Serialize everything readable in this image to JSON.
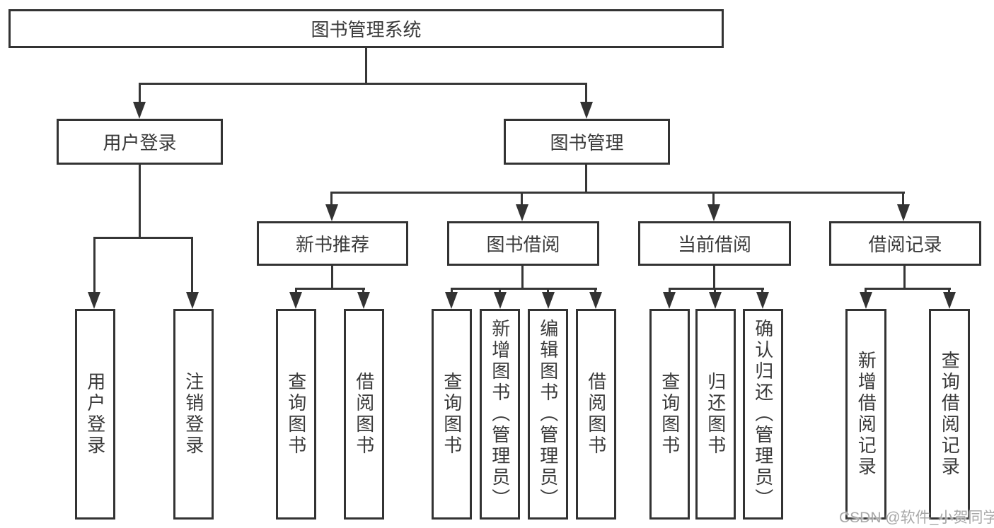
{
  "colors": {
    "line": "#333333",
    "box_border": "#333333",
    "text": "#3a3a3a",
    "background": "#ffffff",
    "watermark_text": "#a8a8a8"
  },
  "watermark": "CSDN @软件_小贺同学",
  "diagram": {
    "root": {
      "label": "图书管理系统"
    },
    "user_login": {
      "label": "用户登录",
      "children": {
        "login": {
          "label": "用户登录"
        },
        "logout": {
          "label": "注销登录"
        }
      }
    },
    "book_mgmt": {
      "label": "图书管理",
      "children": {
        "new_book_rec": {
          "label": "新书推荐",
          "children": {
            "query_books": {
              "label": "查询图书"
            },
            "borrow_books": {
              "label": "借阅图书"
            }
          }
        },
        "book_borrow": {
          "label": "图书借阅",
          "children": {
            "query_books": {
              "label": "查询图书"
            },
            "add_books": {
              "label": "新增图书（管理员）"
            },
            "edit_books": {
              "label": "编辑图书（管理员）"
            },
            "borrow_books": {
              "label": "借阅图书"
            }
          }
        },
        "current_borrow": {
          "label": "当前借阅",
          "children": {
            "query_books": {
              "label": "查询图书"
            },
            "return_books": {
              "label": "归还图书"
            },
            "confirm_return": {
              "label": "确认归还（管理员）"
            }
          }
        },
        "borrow_record": {
          "label": "借阅记录",
          "children": {
            "add_record": {
              "label": "新增借阅记录"
            },
            "query_record": {
              "label": "查询借阅记录"
            }
          }
        }
      }
    }
  }
}
